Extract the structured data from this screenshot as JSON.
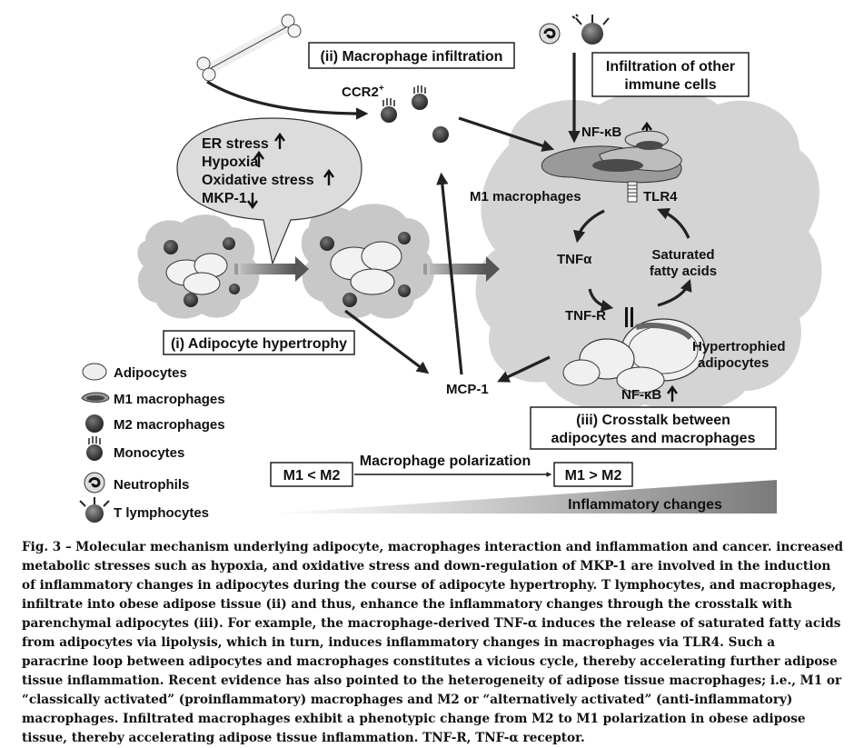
{
  "labels": {
    "macrophage_infiltration": "(ii) Macrophage infiltration",
    "infiltration_other_line1": "Infiltration of other",
    "infiltration_other_line2": "immune cells",
    "ccr2": "CCR2",
    "ccr2_sup": "+",
    "nfkb_top": "NF-κB",
    "m1_macrophages": "M1 macrophages",
    "tlr4": "TLR4",
    "tnfa": "TNFα",
    "saturated_line1": "Saturated",
    "saturated_line2": "fatty acids",
    "tnfr": "TNF-R",
    "hypertrophied_line1": "Hypertrophied",
    "hypertrophied_line2": "adipocytes",
    "nfkb_bottom": "NF-κB",
    "mcp1": "MCP-1",
    "adipocyte_hypertrophy": "(i) Adipocyte hypertrophy",
    "crosstalk_line1": "(iii) Crosstalk between",
    "crosstalk_line2": "adipocytes and macrophages",
    "m1_lt_m2": "M1 < M2",
    "macrophage_polarization": "Macrophage polarization",
    "m1_gt_m2": "M1 > M2",
    "inflammatory_changes": "Inflammatory changes",
    "stress_items": [
      "ER stress",
      "Hypoxia",
      "Oxidative stress",
      "MKP-1"
    ],
    "stress_directions": [
      "up",
      "up",
      "up",
      "down"
    ]
  },
  "legend": [
    {
      "label": "Adipocytes",
      "icon": "adipocyte-icon"
    },
    {
      "label": "M1 macrophages",
      "icon": "m1-macrophage-icon"
    },
    {
      "label": "M2 macrophages",
      "icon": "m2-macrophage-icon"
    },
    {
      "label": "Monocytes",
      "icon": "monocyte-icon"
    },
    {
      "label": "Neutrophils",
      "icon": "neutrophil-icon"
    },
    {
      "label": "T lymphocytes",
      "icon": "t-lymphocyte-icon"
    }
  ],
  "caption": {
    "label": "Fig. 3 –",
    "text": "Molecular mechanism underlying adipocyte, macrophages interaction and inflammation and cancer. increased metabolic stresses such as hypoxia, and oxidative stress and down-regulation of MKP-1 are involved in the induction of inflammatory changes in adipocytes during the course of adipocyte hypertrophy. T lymphocytes, and macrophages, infiltrate into obese adipose tissue (ii) and thus, enhance the inflammatory changes through the crosstalk with parenchymal adipocytes (iii). For example, the macrophage-derived TNF-α induces the release of saturated fatty acids from adipocytes via lipolysis, which in turn, induces inflammatory changes in macrophages via TLR4. Such a paracrine loop between adipocytes and macrophages constitutes a vicious cycle, thereby accelerating further adipose tissue inflammation. Recent evidence has also pointed to the heterogeneity of adipose tissue macrophages; i.e., M1 or “classically activated” (proinflammatory) macrophages and M2 or “alternatively activated” (anti-inflammatory) macrophages. Infiltrated macrophages exhibit a phenotypic change from M2 to M1 polarization in obese adipose tissue, thereby accelerating adipose tissue inflammation. TNF-R, TNF-α receptor."
  },
  "colors": {
    "cloud": "#d4d4d4",
    "gradient_dark": "#8a8a8a",
    "cell_dark": "#3a3a3a",
    "arrow": "#222222"
  }
}
